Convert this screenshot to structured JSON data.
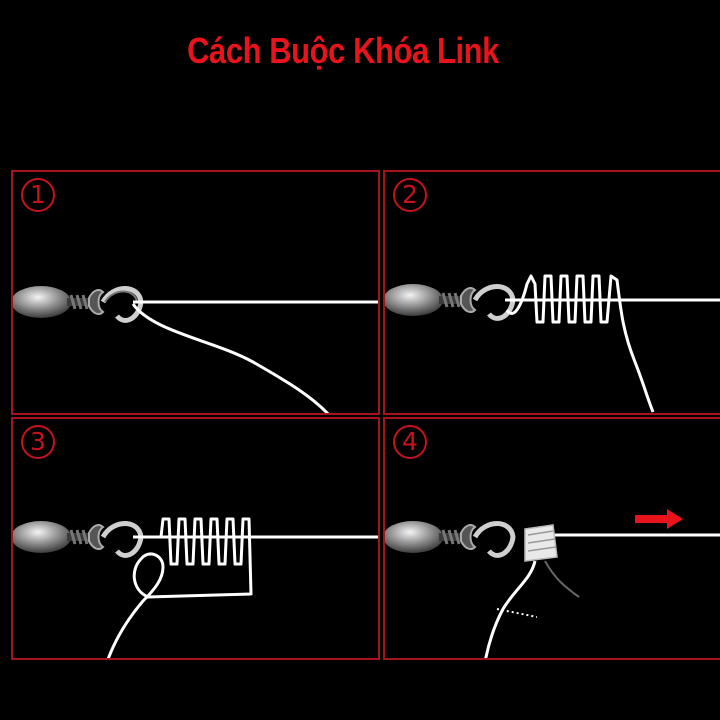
{
  "title": "Cách Buộc Khóa Link",
  "steps": [
    {
      "number": "1"
    },
    {
      "number": "2"
    },
    {
      "number": "3"
    },
    {
      "number": "4"
    }
  ],
  "colors": {
    "title": "#e8131b",
    "frame": "#a5141b",
    "line": "#ffffff",
    "arrow": "#e8131b",
    "background": "#000000"
  }
}
